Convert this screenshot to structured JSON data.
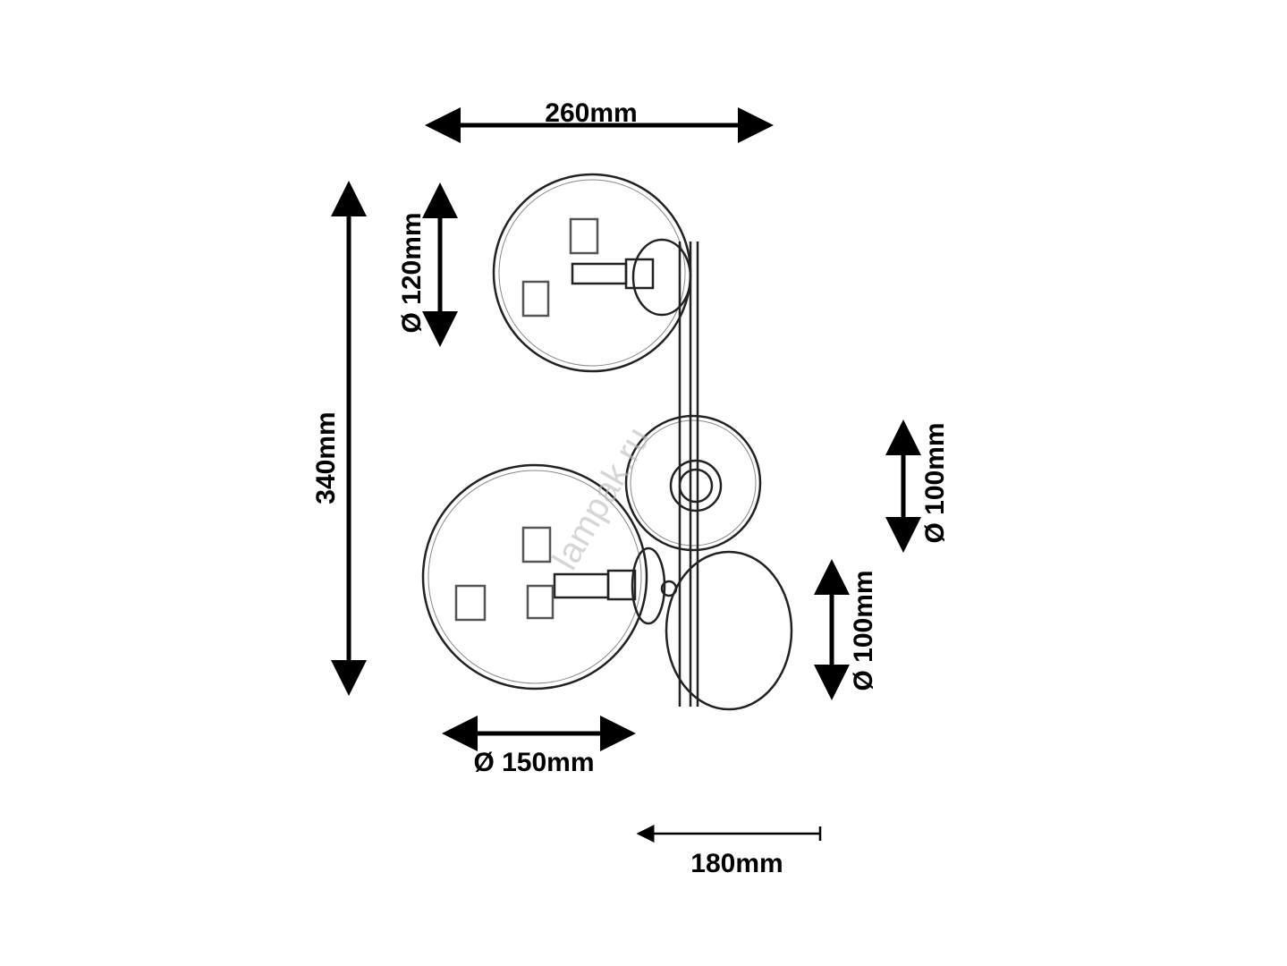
{
  "dimensions": {
    "overall_width": "260mm",
    "overall_height": "340mm",
    "top_globe_diameter": "Ø 120mm",
    "middle_globe_diameter": "Ø 100mm",
    "wall_plate_diameter": "Ø 100mm",
    "bottom_globe_diameter": "Ø 150mm",
    "projection": "180mm"
  },
  "watermark": "lampak.ru",
  "colors": {
    "line": "#000000",
    "background": "#ffffff"
  }
}
